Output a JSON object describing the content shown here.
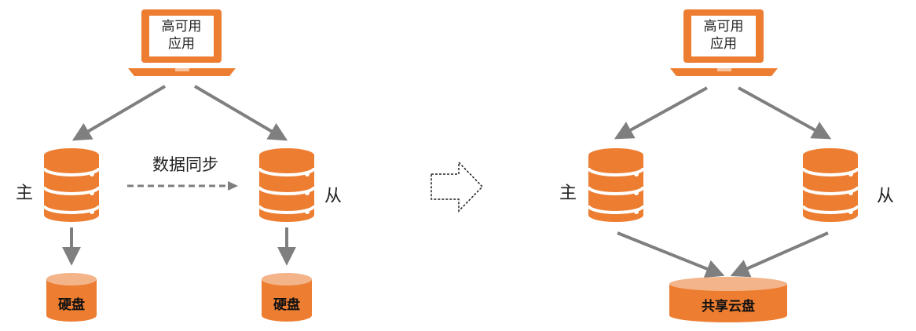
{
  "colors": {
    "orange": "#ED7D31",
    "disk_top": "#F3B48A",
    "arrow_gray": "#7F7F7F",
    "text": "#222222"
  },
  "left_scenario": {
    "app": {
      "line1": "高可用",
      "line2": "应用",
      "icon": "laptop-icon"
    },
    "primary_label": "主",
    "replica_label": "从",
    "sync_label": "数据同步",
    "disk_primary": "硬盘",
    "disk_replica": "硬盘"
  },
  "transition_icon": "hollow-dashed-right-arrow-icon",
  "right_scenario": {
    "app": {
      "line1": "高可用",
      "line2": "应用",
      "icon": "laptop-icon"
    },
    "primary_label": "主",
    "replica_label": "从",
    "shared_disk": "共享云盘"
  }
}
